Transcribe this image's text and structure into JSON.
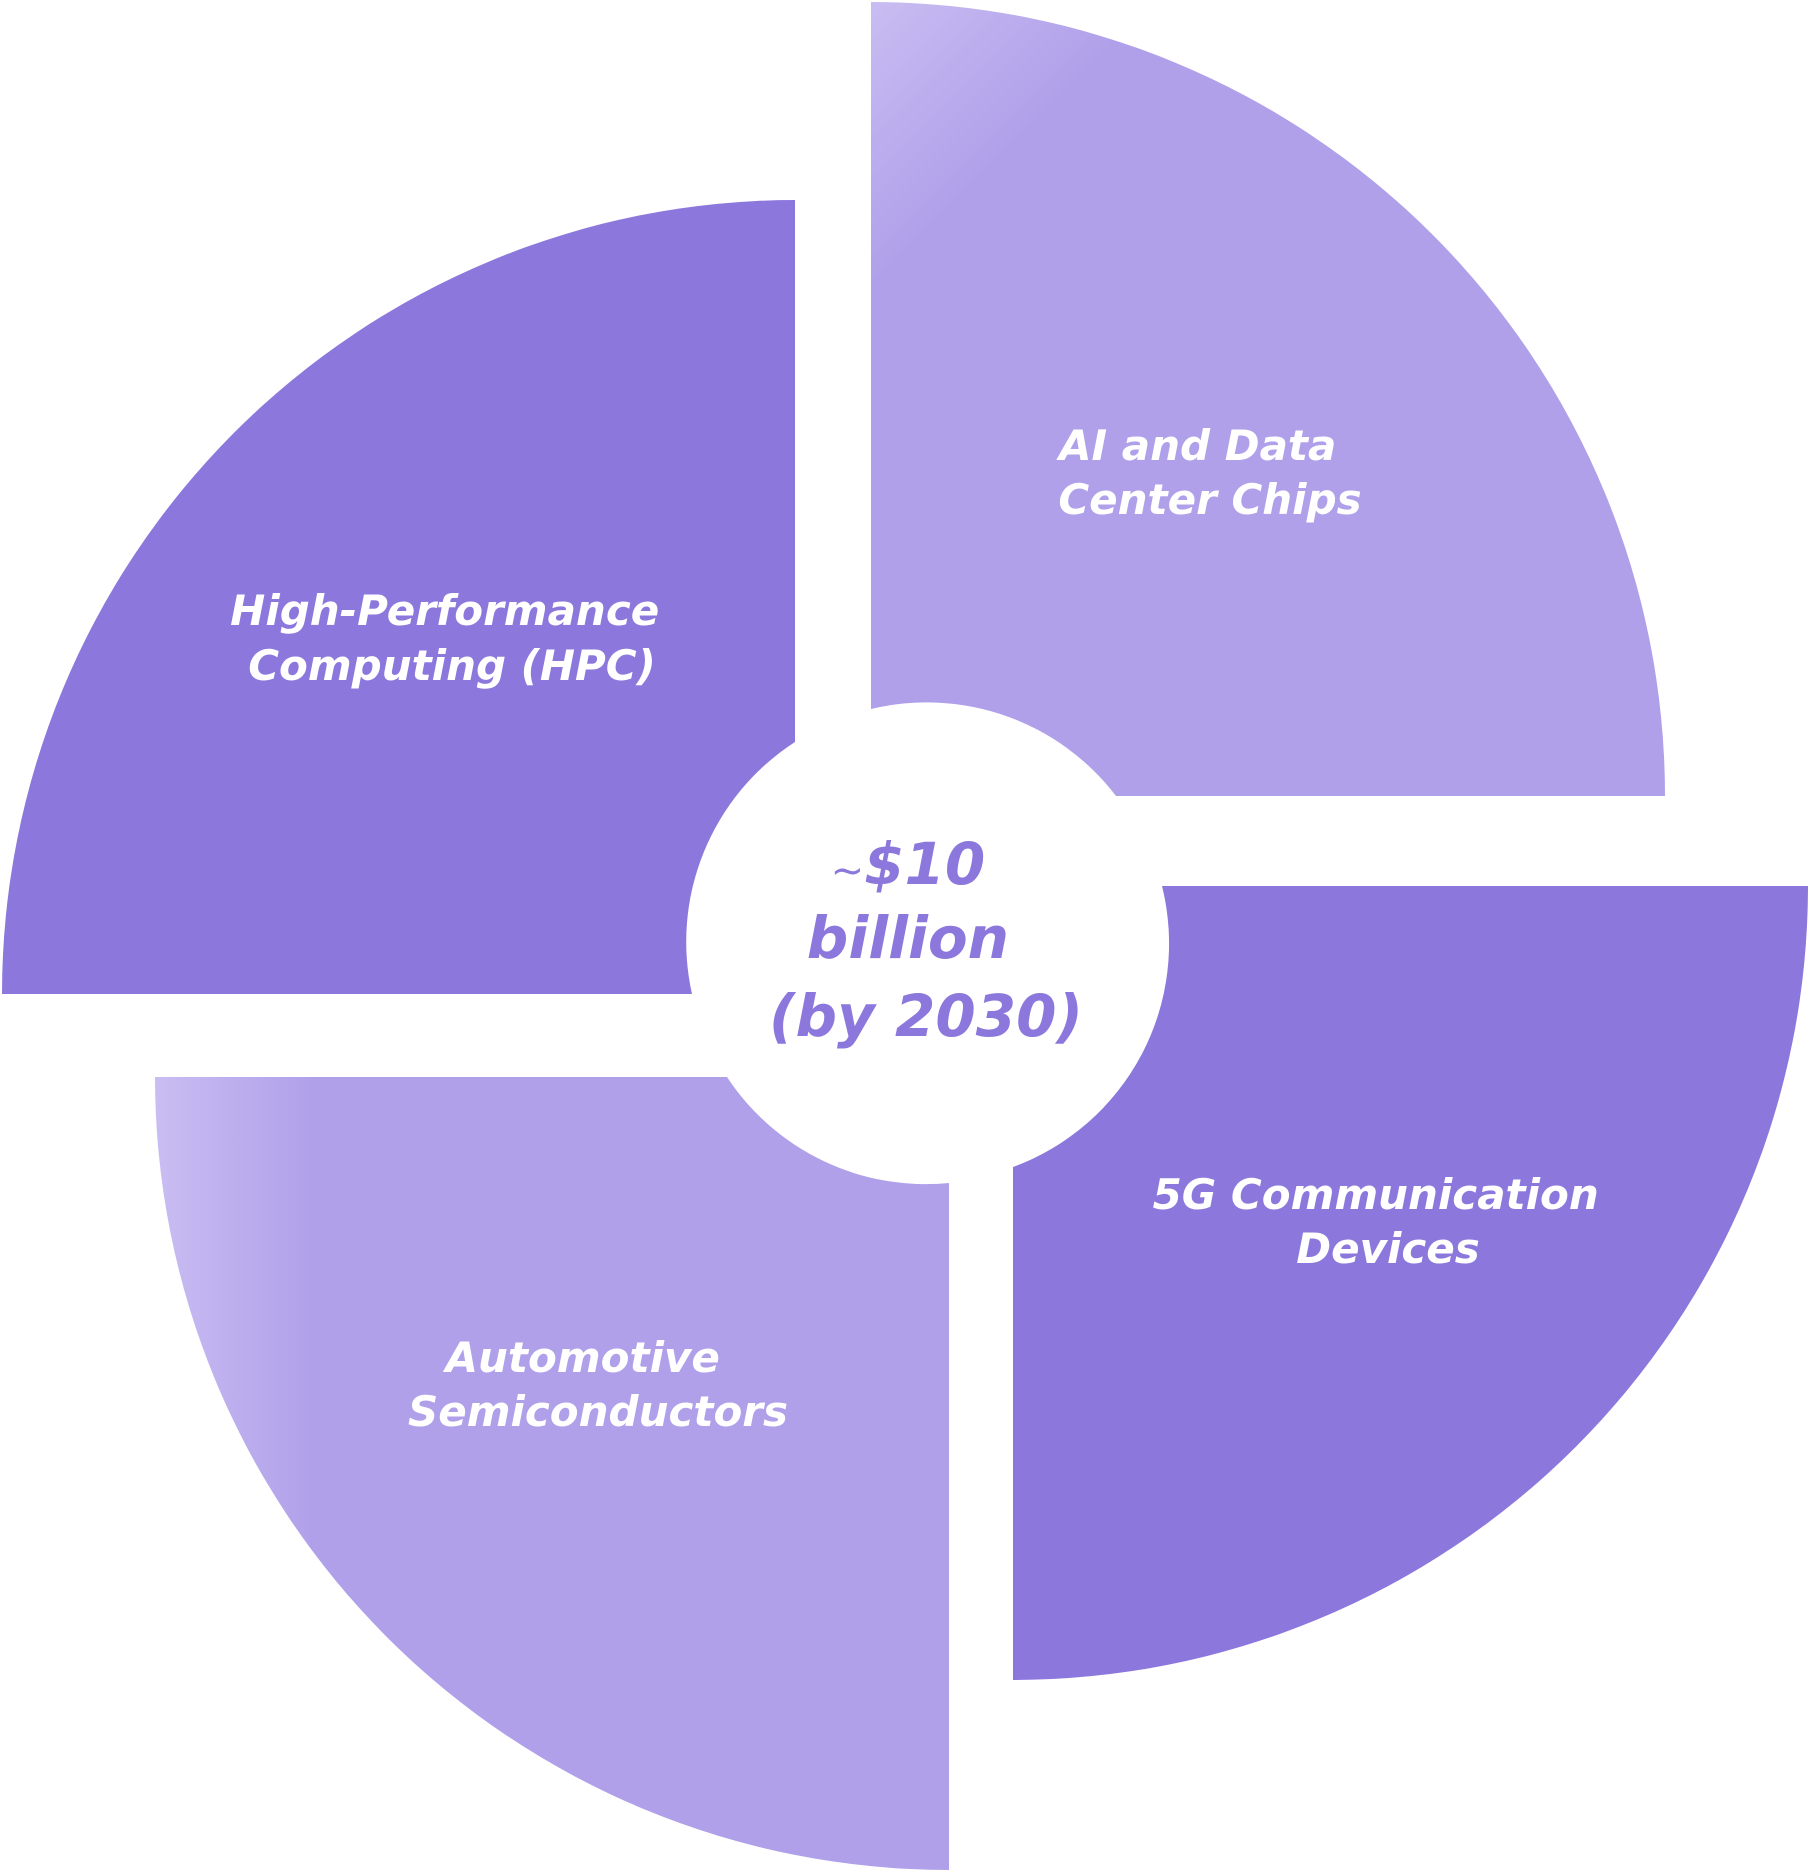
{
  "colors": {
    "dark_segment": "#8c78dc",
    "light_segment": "#b0a0ea",
    "light_segment_edge": "#c9bdf2",
    "label_text": "#ffffff",
    "center_text": "#8c78dc",
    "background": "#ffffff"
  },
  "segments": [
    {
      "id": "ai-data-center",
      "tone": "light",
      "label_lines": [
        "AI and Data",
        "Center Chips"
      ]
    },
    {
      "id": "hpc",
      "tone": "dark",
      "label_lines": [
        "High-Performance",
        "Computing (HPC)"
      ]
    },
    {
      "id": "automotive",
      "tone": "light",
      "label_lines": [
        "Automotive",
        "Semiconductors"
      ]
    },
    {
      "id": "5g",
      "tone": "dark",
      "label_lines": [
        "5G Communication",
        "Devices"
      ]
    }
  ],
  "center": {
    "tilde": "~",
    "value": "$10",
    "unit": "billion",
    "note": "(by 2030)"
  }
}
